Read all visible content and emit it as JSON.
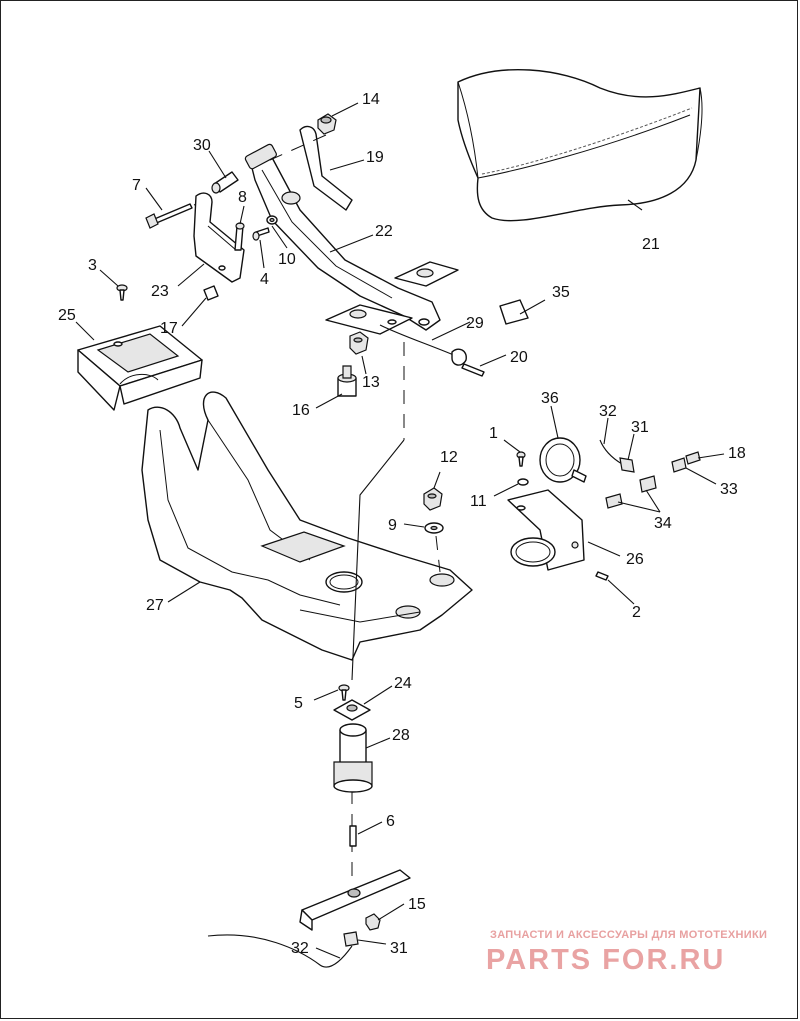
{
  "callouts": {
    "c1a": "1",
    "c2": "2",
    "c3": "3",
    "c4": "4",
    "c5": "5",
    "c6": "6",
    "c7": "7",
    "c8": "8",
    "c9": "9",
    "c10": "10",
    "c11": "11",
    "c12": "12",
    "c13": "13",
    "c14": "14",
    "c15": "15",
    "c16": "16",
    "c17": "17",
    "c18": "18",
    "c19": "19",
    "c20": "20",
    "c21": "21",
    "c22": "22",
    "c23": "23",
    "c24": "24",
    "c25": "25",
    "c26": "26",
    "c27": "27",
    "c28": "28",
    "c29": "29",
    "c30": "30",
    "c31a": "31",
    "c31b": "31",
    "c32a": "32",
    "c32b": "32",
    "c33": "33",
    "c34": "34",
    "c35": "35",
    "c36": "36"
  },
  "watermark": {
    "tagline": "ЗАПЧАСТИ И АКСЕССУАРЫ ДЛЯ МОТОТЕХНИКИ",
    "brand": "PARTS FOR.RU"
  }
}
